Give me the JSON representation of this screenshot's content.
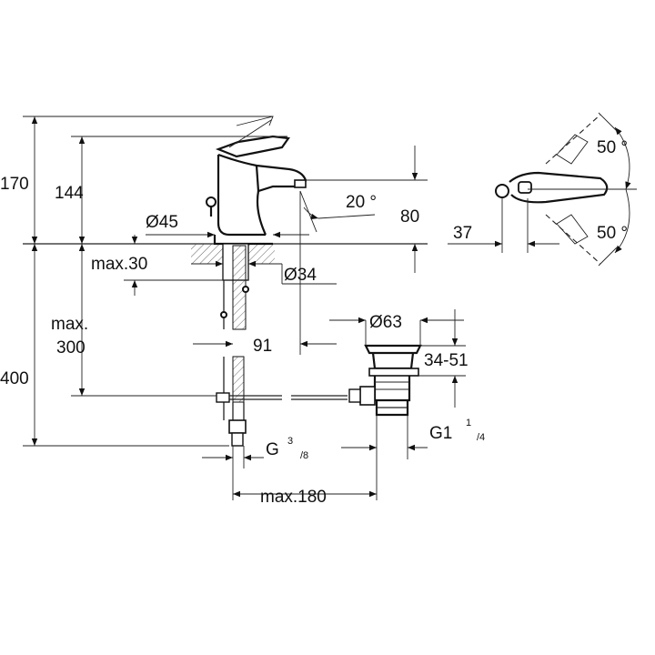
{
  "labels": {
    "d170": "170",
    "d144": "144",
    "d45": "Ø45",
    "a20": "20 °",
    "d80": "80",
    "max30": "max.30",
    "d34": "Ø34",
    "max": "max.",
    "d300": "300",
    "d400": "400",
    "d91": "91",
    "d63": "Ø63",
    "d3451": "34-51",
    "g1": "G1",
    "g1_num": "1",
    "g1_den": "/4",
    "g": "G",
    "g_num": "3",
    "g_den": "/8",
    "max180": "max.180",
    "d37": "37",
    "a50top": "50 °",
    "a50bot": "50 °"
  }
}
